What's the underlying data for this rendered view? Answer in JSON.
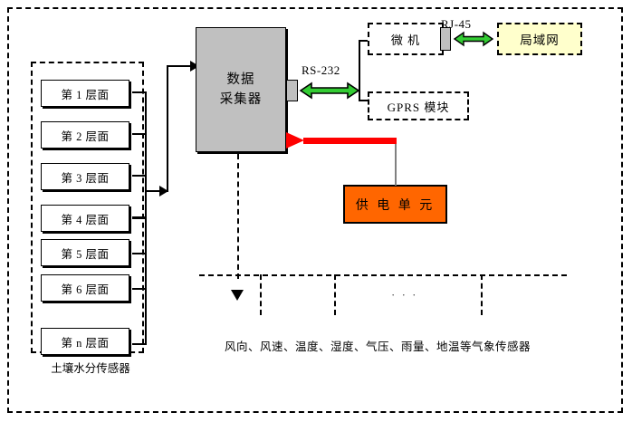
{
  "diagram": {
    "title": "Soil moisture and meteorological data acquisition system",
    "soil_group": {
      "label": "土壤水分传感器",
      "layers": [
        {
          "label": "第 1 层面"
        },
        {
          "label": "第 2 层面"
        },
        {
          "label": "第 3 层面"
        },
        {
          "label": "第 4 层面"
        },
        {
          "label": "第 5 层面"
        },
        {
          "label": "第 6 层面"
        },
        {
          "label": "第 n 层面"
        }
      ]
    },
    "collector": {
      "line1": "数据",
      "line2": "采集器",
      "fill": "#c0c0c0",
      "port_fill": "#bfbfbf"
    },
    "pc": {
      "label": "微  机",
      "port_fill": "#bfbfbf"
    },
    "gprs": {
      "label": "GPRS 模块"
    },
    "lan": {
      "label": "局域网",
      "fill": "#ffffcc"
    },
    "power": {
      "label": "供 电 单 元",
      "fill": "#ff6600"
    },
    "links": {
      "rs232": "RS-232",
      "rj45": "RJ-45",
      "power_line_color": "#ff0000",
      "serial_arrow_color": "#33cc33"
    },
    "met_sensors": {
      "label": "风向、风速、温度、湿度、气压、雨量、地温等气象传感器",
      "ellipsis": "· · ·"
    }
  }
}
